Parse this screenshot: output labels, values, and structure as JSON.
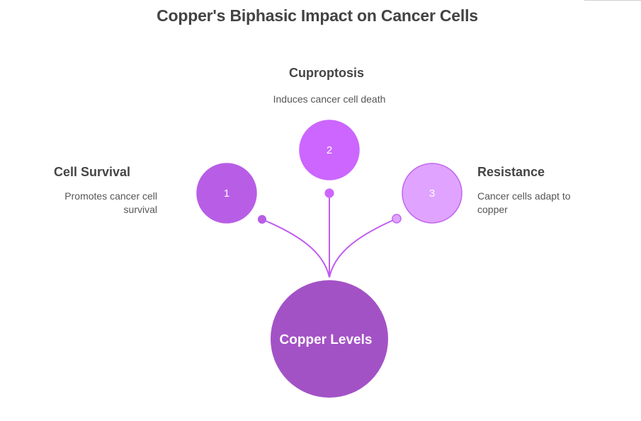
{
  "title": "Copper's Biphasic Impact on Cancer Cells",
  "center": {
    "label": "Copper Levels",
    "color": "#a352c6"
  },
  "branches": [
    {
      "number": "1",
      "heading": "Cell Survival",
      "description_lines": [
        "Promotes cancer cell",
        "survival"
      ],
      "fill": "#b85ee6",
      "stroke": "#b85ee6"
    },
    {
      "number": "2",
      "heading": "Cuproptosis",
      "description_lines": [
        "Induces cancer cell death"
      ],
      "fill": "#cc66ff",
      "stroke": "#cc66ff"
    },
    {
      "number": "3",
      "heading": "Resistance",
      "description_lines": [
        "Cancer cells adapt to",
        "copper"
      ],
      "fill": "#e0a3ff",
      "stroke": "#c266f0"
    }
  ],
  "connector_color": "#c15cf0"
}
